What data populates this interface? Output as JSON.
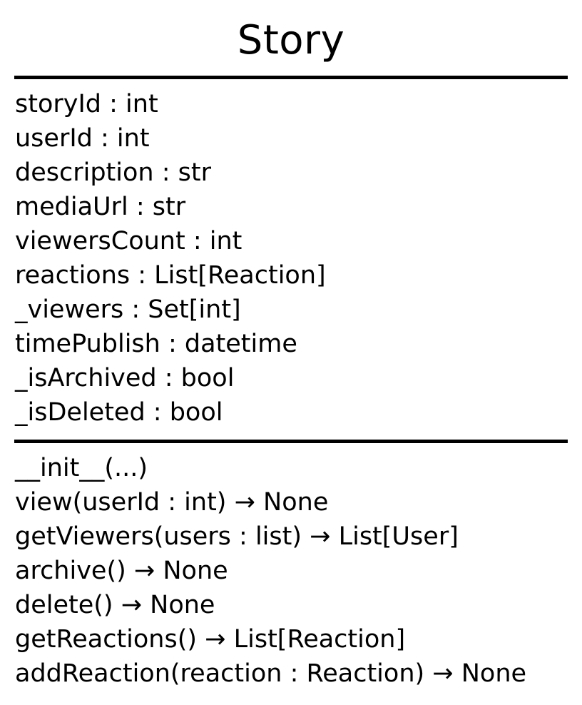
{
  "class": {
    "name": "Story",
    "attributes": [
      "storyId : int",
      "userId : int",
      "description : str",
      "mediaUrl : str",
      "viewersCount : int",
      "reactions : List[Reaction]",
      "_viewers : Set[int]",
      "timePublish : datetime",
      "_isArchived : bool",
      "_isDeleted : bool"
    ],
    "methods": [
      "__init__(...)",
      "view(userId : int) → None",
      "getViewers(users : list) → List[User]",
      "archive() → None",
      "delete() → None",
      "getReactions() → List[Reaction]",
      "addReaction(reaction : Reaction) → None"
    ]
  }
}
